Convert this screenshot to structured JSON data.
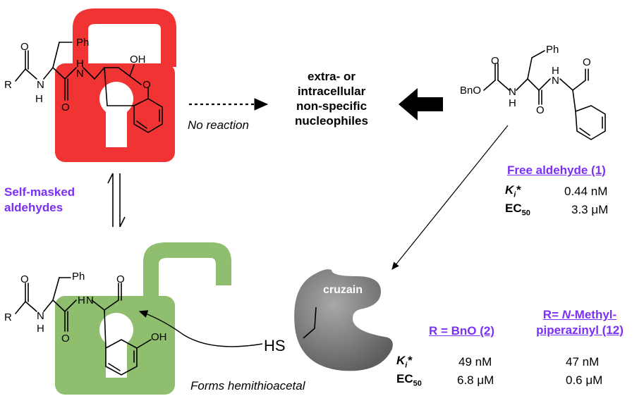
{
  "labels": {
    "ph_top": "Ph",
    "oh_top": "OH",
    "r_top": "R",
    "h_top": "H",
    "o_top": "O",
    "hn_top": "H",
    "n_top": "N",
    "o_ring_top": "O",
    "ph_bottom": "Ph",
    "r_bottom": "R",
    "h_bottom": "H",
    "o_bottom": "O",
    "hn_bottom": "H",
    "n_bottom": "N",
    "o_ald_bottom": "O",
    "oh_bottom": "OH",
    "ph_right": "Ph",
    "bno_right": "BnO",
    "h_right": "H",
    "o_right": "O",
    "hn_right": "H",
    "n_right": "N",
    "o_ald_right": "O",
    "o_carbamate": "O"
  },
  "no_reaction": "No reaction",
  "nucleophiles": [
    "extra- or",
    "intracellular",
    "non-specific",
    "nucleophiles"
  ],
  "self_masked": [
    "Self-masked",
    "aldehydes"
  ],
  "free_aldehyde": {
    "title": "Free aldehyde (1)",
    "ki_label": "K",
    "ki_sub": "i",
    "ki_star": "*",
    "ki_value": "0.44 nM",
    "ec_label": "EC",
    "ec_sub": "50",
    "ec_value": "3.3 μM"
  },
  "cruzain": "cruzain",
  "hs": "HS",
  "forms": "Forms hemithioacetal",
  "bottom_table": {
    "col1": "R = BnO (2)",
    "col2_line1_a": "R= ",
    "col2_line1_b": "N",
    "col2_line1_c": "-Methyl-",
    "col2_line2": "piperazinyl (12)",
    "ki_label": "K",
    "ki_sub": "i",
    "ki_star": "*",
    "ki_v1": "49 nM",
    "ki_v2": "47 nM",
    "ec_label": "EC",
    "ec_sub": "50",
    "ec_v1": "6.8 μM",
    "ec_v2": "0.6 μM"
  },
  "colors": {
    "lock_red": "#f03333",
    "lock_green": "#8fbf6e",
    "enzyme_gray": "#7a7a7a",
    "accent_purple": "#7b2ff7"
  }
}
